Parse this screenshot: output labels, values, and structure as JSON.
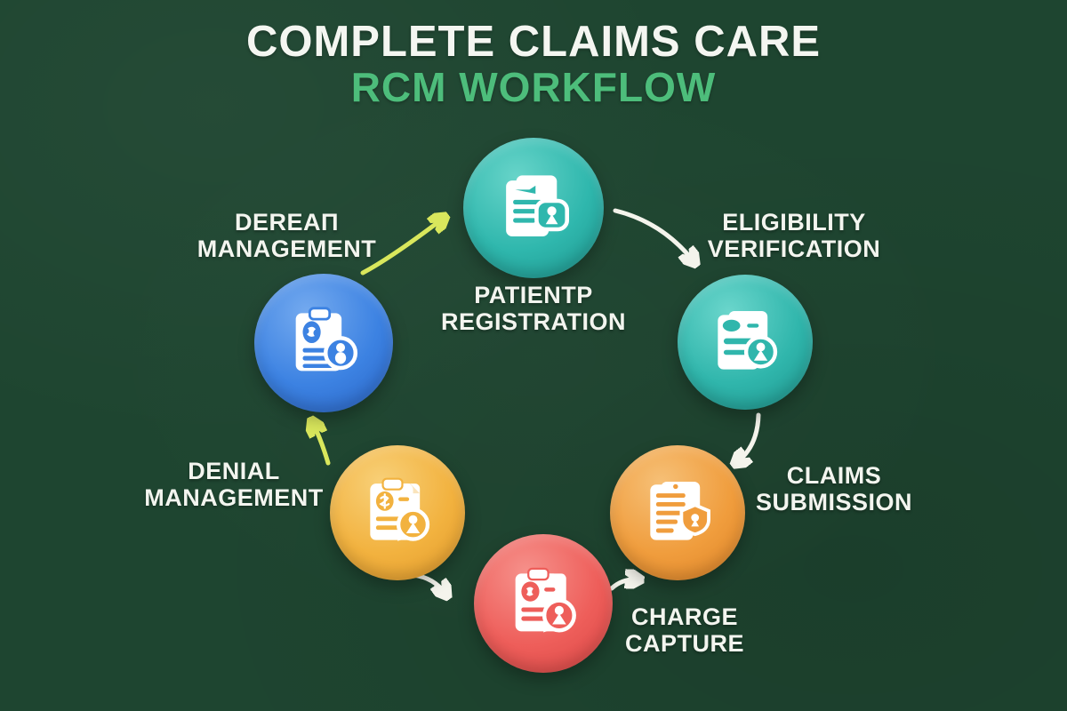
{
  "title": {
    "line1": "COMPLETE CLAIMS CARE",
    "line2": "RCM WORKFLOW"
  },
  "background_color": "#1e4530",
  "title_colors": {
    "line1": "#f4f6f1",
    "line2": "#4dbd7b"
  },
  "arrow_colors": {
    "white": "#f4f4ec",
    "yellow_green": "#d9e75c"
  },
  "nodes": [
    {
      "id": "patient-registration",
      "label_line1": "PATIENTP",
      "label_line2": "REGISTRATION",
      "color": "#2fb7ad",
      "color_light": "#67d4c9",
      "color_dark": "#1d948c",
      "icon": "document-person-lock-icon"
    },
    {
      "id": "eligibility-verification",
      "label_line1": "ELIGIBILITY",
      "label_line2": "VERIFICATION",
      "color": "#30b6ac",
      "color_light": "#6bd6cc",
      "color_dark": "#1d948c",
      "icon": "document-person-badge-icon"
    },
    {
      "id": "claims-submission",
      "label_line1": "CLAIMS",
      "label_line2": "SUBMISSION",
      "color": "#f09d3d",
      "color_light": "#f6c077",
      "color_dark": "#dd8226",
      "icon": "document-shield-icon"
    },
    {
      "id": "charge-capture",
      "label_line1": "CHARGE",
      "label_line2": "CAPTURE",
      "color": "#ee5e5a",
      "color_light": "#f6918b",
      "color_dark": "#d84543",
      "icon": "clipboard-person-badge-icon"
    },
    {
      "id": "denial-management",
      "label_line1": "DENIAL",
      "label_line2": "MANAGEMENT",
      "color": "#f2b23f",
      "color_light": "#f8d078",
      "color_dark": "#e0982a",
      "icon": "clipboard-dollar-person-icon"
    },
    {
      "id": "denial-management-top",
      "label_line1": "DEREAΠ",
      "label_line2": "MANAGEMENT",
      "color": "#3c82e2",
      "color_light": "#74aaef",
      "color_dark": "#2a63c4",
      "icon": "clipboard-person-badge-icon"
    }
  ]
}
